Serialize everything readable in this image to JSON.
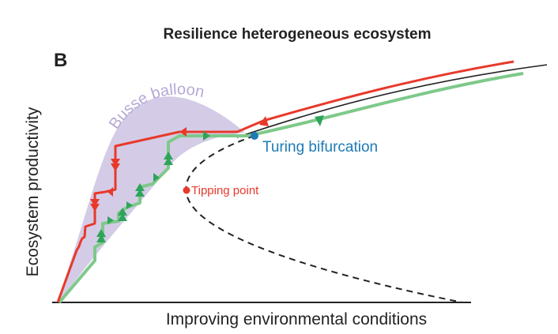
{
  "title": "Resilience heterogeneous ecosystem",
  "panel_label": "B",
  "xlabel": "Improving environmental conditions",
  "ylabel": "Ecosystem productivity",
  "annotations": {
    "balloon": "Busse balloon",
    "turing": "Turing bifurcation",
    "tipping": "Tipping point"
  },
  "colors": {
    "red": "#e8392b",
    "green": "#7ec98a",
    "green_arrow": "#2ea45a",
    "balloon": "#d4cce6",
    "balloon_text": "#b5a8d6",
    "turing": "#1d7ab5",
    "black": "#222222"
  }
}
